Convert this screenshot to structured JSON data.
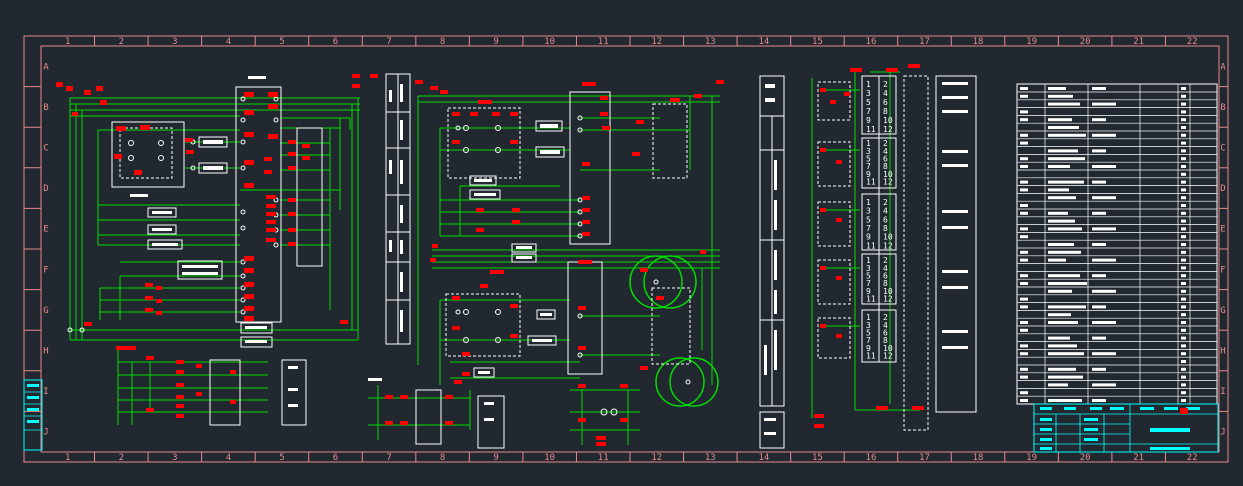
{
  "drawing": {
    "column_numbers": [
      "1",
      "2",
      "3",
      "4",
      "5",
      "6",
      "7",
      "8",
      "9",
      "10",
      "11",
      "12",
      "13",
      "14",
      "15",
      "16",
      "17",
      "18",
      "19",
      "20",
      "21",
      "22"
    ],
    "row_letters": [
      "A",
      "B",
      "C",
      "D",
      "E",
      "F",
      "G",
      "H",
      "I",
      "J"
    ],
    "terminal_block_groups": [
      [
        "1",
        "2",
        "3",
        "4",
        "5",
        "6",
        "7",
        "8",
        "9",
        "10",
        "11",
        "12"
      ],
      [
        "1",
        "2",
        "3",
        "4",
        "5",
        "6",
        "7",
        "8",
        "9",
        "10",
        "11",
        "12"
      ],
      [
        "1",
        "2",
        "3",
        "4",
        "5",
        "6",
        "7",
        "8",
        "9",
        "10",
        "11",
        "12"
      ],
      [
        "1",
        "2",
        "3",
        "4",
        "5",
        "6",
        "7",
        "8",
        "9",
        "10",
        "11",
        "12"
      ],
      [
        "1",
        "2",
        "3",
        "4",
        "5",
        "6",
        "7",
        "8",
        "9",
        "10",
        "11",
        "12"
      ]
    ],
    "colors": {
      "background": "#212830",
      "frame": "#e88a8a",
      "wire": "#00dd00",
      "component": "#ffffff",
      "label": "#ff0000",
      "title_block": "#00ffff"
    }
  }
}
